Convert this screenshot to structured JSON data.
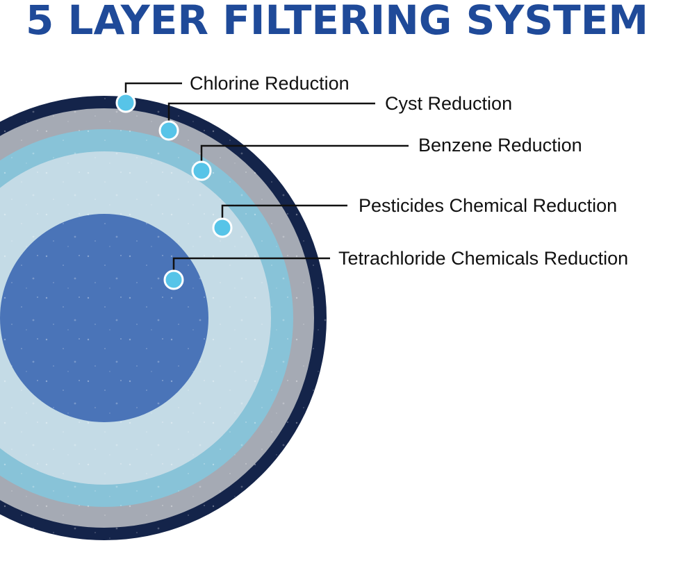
{
  "title": "5 LAYER FILTERING SYSTEM",
  "colors": {
    "title": "#1f4a99",
    "outer_ring": "#14244a",
    "gray_ring": "#a5aab4",
    "blue_ring": "#88c3d8",
    "light_ring": "#c4dbe6",
    "core": "#4a74b8",
    "marker": "#57c4e8",
    "leader_line": "#111111"
  },
  "layers": [
    {
      "label": "Chlorine Reduction"
    },
    {
      "label": "Cyst Reduction"
    },
    {
      "label": "Benzene Reduction"
    },
    {
      "label": "Pesticides Chemical Reduction"
    },
    {
      "label": "Tetrachloride Chemicals Reduction"
    }
  ]
}
